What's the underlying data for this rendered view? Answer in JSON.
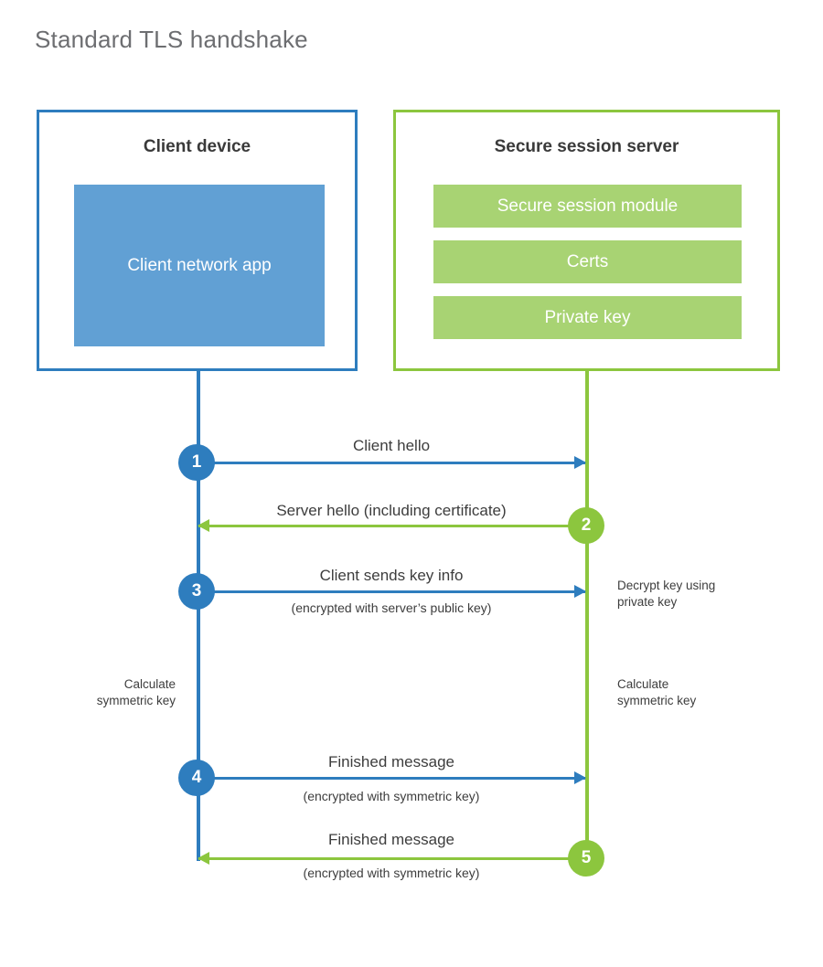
{
  "title": "Standard TLS handshake",
  "colors": {
    "client_accent": "#2E7DBE",
    "client_fill": "#61A0D4",
    "server_accent": "#8CC63E",
    "server_fill": "#A8D373",
    "title_text": "#6d6e71",
    "body_text": "#3d3d3d",
    "background": "#ffffff"
  },
  "actors": {
    "client": {
      "title": "Client device",
      "component": "Client network app"
    },
    "server": {
      "title": "Secure session server",
      "components": [
        "Secure session module",
        "Certs",
        "Private key"
      ]
    }
  },
  "steps": [
    {
      "number": "1",
      "label": "Client hello",
      "sublabel": "",
      "direction": "client-to-server",
      "color": "#2E7DBE"
    },
    {
      "number": "2",
      "label": "Server hello (including certificate)",
      "sublabel": "",
      "direction": "server-to-client",
      "color": "#8CC63E"
    },
    {
      "number": "3",
      "label": "Client sends key info",
      "sublabel": "(encrypted with server’s public key)",
      "direction": "client-to-server",
      "color": "#2E7DBE"
    },
    {
      "number": "4",
      "label": "Finished message",
      "sublabel": "(encrypted with symmetric key)",
      "direction": "client-to-server",
      "color": "#2E7DBE"
    },
    {
      "number": "5",
      "label": "Finished message",
      "sublabel": "(encrypted with symmetric key)",
      "direction": "server-to-client",
      "color": "#8CC63E"
    }
  ],
  "notes": {
    "decrypt_key": "Decrypt key using\nprivate key",
    "decrypt_key_line1": "Decrypt key using",
    "decrypt_key_line2": "private key",
    "client_calculate_line1": "Calculate",
    "client_calculate_line2": "symmetric key",
    "server_calculate_line1": "Calculate",
    "server_calculate_line2": "symmetric key"
  }
}
